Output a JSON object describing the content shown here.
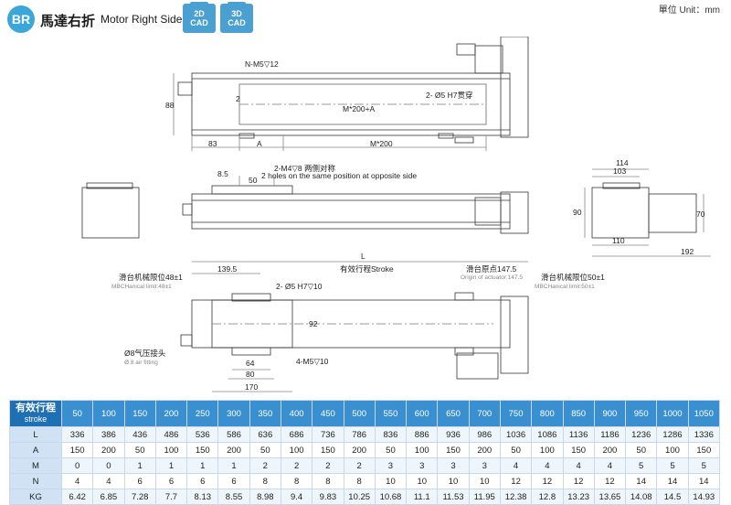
{
  "header": {
    "badge": "BR",
    "title_zh": "馬達右折",
    "title_en": "Motor Right Side",
    "cad_2d_top": "2D",
    "cad_2d_bottom": "CAD",
    "cad_3d_top": "3D",
    "cad_3d_bottom": "CAD",
    "unit": "單位 Unit：mm"
  },
  "drawing": {
    "top_view": {
      "label_nm5": "N-M5▽12",
      "label_88": "88",
      "label_2": "2",
      "label_m200a": "M*200+A",
      "label_hole": "2- Ø5 H7贯穿",
      "dim_83": "83",
      "dim_a": "A",
      "dim_m200": "M*200"
    },
    "side_view": {
      "label_m4": "2-M4▽8 两侧对称",
      "label_m4_en": "2 holes on the same position at opposite side",
      "dim_85": "8.5",
      "dim_50": "50"
    },
    "end_view": {
      "dim_114": "114",
      "dim_103": "103",
      "dim_90": "90",
      "dim_70": "70",
      "dim_110": "110",
      "dim_192": "192"
    },
    "bottom_view": {
      "dim_l": "L",
      "dim_1395": "139.5",
      "stroke": "有效行程Stroke",
      "origin": "滑台原点147.5",
      "origin_en": "Origin of actuator:147.5",
      "limit_left": "滑台机械限位48±1",
      "limit_left_en": "MBCHanical limit:48±1",
      "limit_right": "滑台机械限位50±1",
      "limit_right_en": "MBCHanical limit:50±1",
      "hole_h7": "2- Ø5 H7▽10",
      "dim_92": "92",
      "air": "Ø8气压接头",
      "air_en": "Ø 8  air fitting",
      "dim_64": "64",
      "dim_80": "80",
      "m5": "4-M5▽10",
      "dim_170": "170"
    }
  },
  "table": {
    "corner_zh": "有效行程",
    "corner_en": "stroke",
    "strokes": [
      "50",
      "100",
      "150",
      "200",
      "250",
      "300",
      "350",
      "400",
      "450",
      "500",
      "550",
      "600",
      "650",
      "700",
      "750",
      "800",
      "850",
      "900",
      "950",
      "1000",
      "1050"
    ],
    "rows": [
      {
        "label": "L",
        "values": [
          "336",
          "386",
          "436",
          "486",
          "536",
          "586",
          "636",
          "686",
          "736",
          "786",
          "836",
          "886",
          "936",
          "986",
          "1036",
          "1086",
          "1136",
          "1186",
          "1236",
          "1286",
          "1336"
        ]
      },
      {
        "label": "A",
        "values": [
          "150",
          "200",
          "50",
          "100",
          "150",
          "200",
          "50",
          "100",
          "150",
          "200",
          "50",
          "100",
          "150",
          "200",
          "50",
          "100",
          "150",
          "200",
          "50",
          "100",
          "150"
        ]
      },
      {
        "label": "M",
        "values": [
          "0",
          "0",
          "1",
          "1",
          "1",
          "1",
          "2",
          "2",
          "2",
          "2",
          "3",
          "3",
          "3",
          "3",
          "4",
          "4",
          "4",
          "4",
          "5",
          "5",
          "5"
        ]
      },
      {
        "label": "N",
        "values": [
          "4",
          "4",
          "6",
          "6",
          "6",
          "6",
          "8",
          "8",
          "8",
          "8",
          "10",
          "10",
          "10",
          "10",
          "12",
          "12",
          "12",
          "12",
          "14",
          "14",
          "14"
        ]
      },
      {
        "label": "KG",
        "values": [
          "6.42",
          "6.85",
          "7.28",
          "7.7",
          "8.13",
          "8.55",
          "8.98",
          "9.4",
          "9.83",
          "10.25",
          "10.68",
          "11.1",
          "11.53",
          "11.95",
          "12.38",
          "12.8",
          "13.23",
          "13.65",
          "14.08",
          "14.5",
          "14.93"
        ]
      }
    ]
  }
}
